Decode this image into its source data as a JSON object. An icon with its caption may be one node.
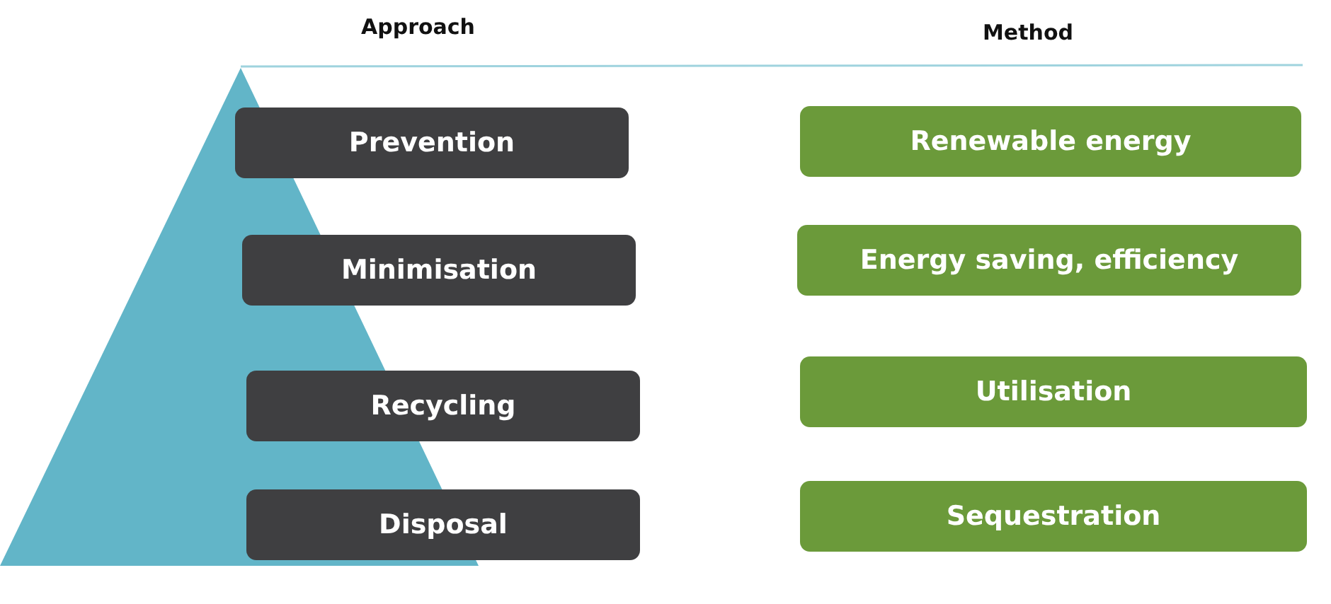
{
  "diagram": {
    "nodes": [
      {
        "text": [
          "Prevention"
        ]
      },
      {
        "text": [
          "Minimisation"
        ]
      },
      {
        "text": [
          "Recycling"
        ]
      },
      {
        "text": [
          "Disposal"
        ]
      },
      {
        "text": [
          "Renewable energy"
        ]
      },
      {
        "text": [
          "Energy saving, efficiency"
        ]
      },
      {
        "text": [
          "Utilisation"
        ]
      },
      {
        "text": [
          "Sequestration"
        ]
      }
    ],
    "labels": [
      "Approach",
      "Method"
    ]
  }
}
